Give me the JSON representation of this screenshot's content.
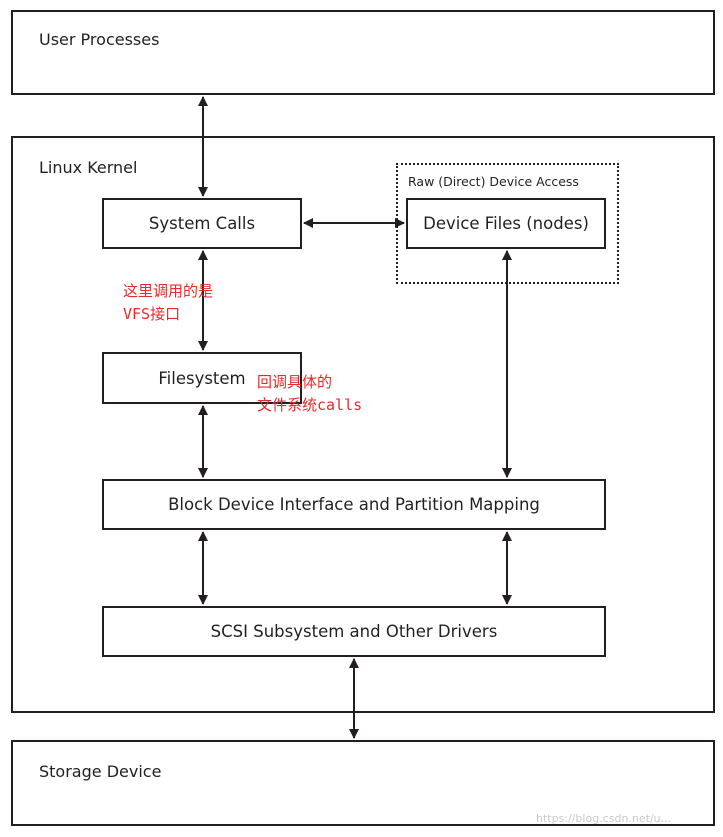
{
  "regions": {
    "user_processes": "User Processes",
    "linux_kernel": "Linux Kernel",
    "storage_device": "Storage Device"
  },
  "raw_access_label": "Raw (Direct) Device Access",
  "boxes": {
    "system_calls": "System Calls",
    "device_files": "Device Files (nodes)",
    "filesystem": "Filesystem",
    "block_device": "Block Device Interface and Partition Mapping",
    "scsi": "SCSI Subsystem and Other Drivers"
  },
  "annotations": {
    "vfs_line1": "这里调用的是",
    "vfs_line2": "VFS接口",
    "fs_line1": "回调具体的",
    "fs_line2": "文件系统calls",
    "color": "#e8292a"
  },
  "watermark": "https://blog.csdn.net/u..."
}
